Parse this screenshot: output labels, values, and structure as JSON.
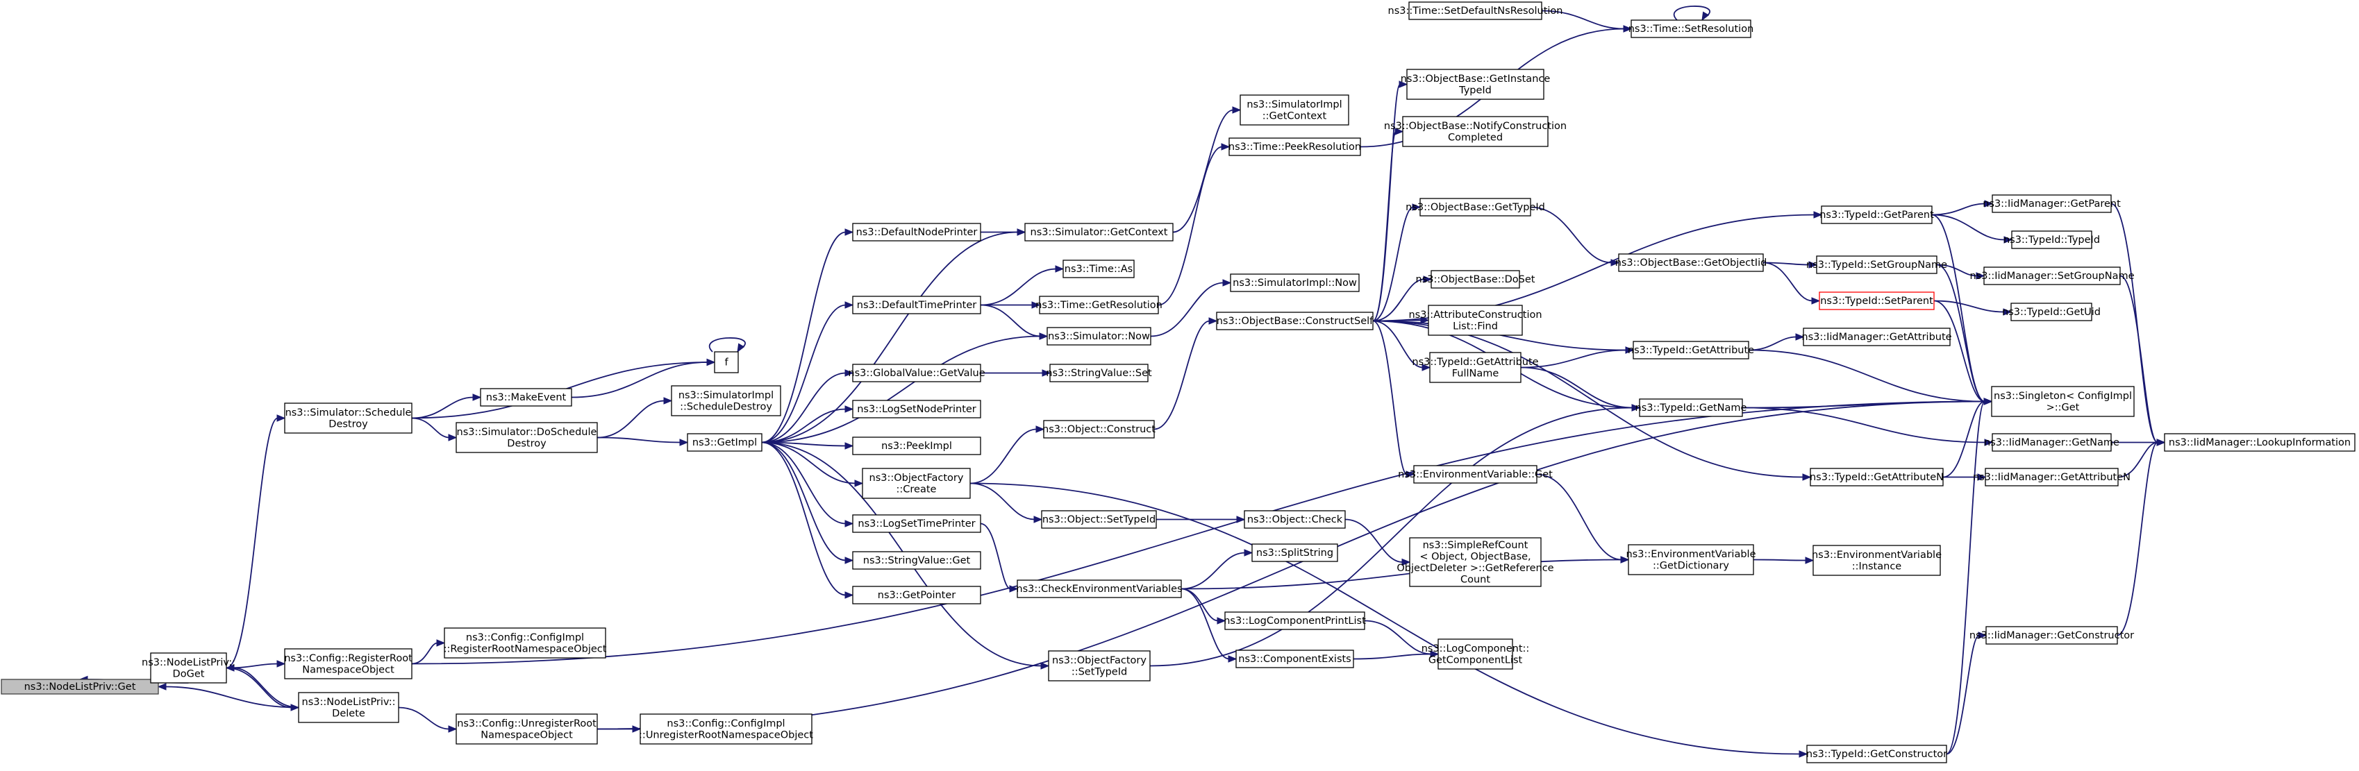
{
  "graph": {
    "nodes": [
      {
        "id": "n0",
        "lines": [
          "ns3::NodeListPriv::Get"
        ],
        "style": "root"
      },
      {
        "id": "n1",
        "lines": [
          "ns3::NodeListPriv::",
          "DoGet"
        ]
      },
      {
        "id": "n2",
        "lines": [
          "ns3::NodeListPriv::",
          "Delete"
        ]
      },
      {
        "id": "n3",
        "lines": [
          "ns3::Simulator::Schedule",
          "Destroy"
        ]
      },
      {
        "id": "n4",
        "lines": [
          "ns3::Config::RegisterRoot",
          "NamespaceObject"
        ]
      },
      {
        "id": "n5",
        "lines": [
          "ns3::Config::UnregisterRoot",
          "NamespaceObject"
        ]
      },
      {
        "id": "n6",
        "lines": [
          "f"
        ]
      },
      {
        "id": "n7",
        "lines": [
          "ns3::MakeEvent"
        ]
      },
      {
        "id": "n8",
        "lines": [
          "ns3::Simulator::DoSchedule",
          "Destroy"
        ]
      },
      {
        "id": "n9",
        "lines": [
          "ns3::SimulatorImpl",
          "::ScheduleDestroy"
        ]
      },
      {
        "id": "n10",
        "lines": [
          "ns3::GetImpl"
        ]
      },
      {
        "id": "n11",
        "lines": [
          "ns3::Config::ConfigImpl",
          "::RegisterRootNamespaceObject"
        ]
      },
      {
        "id": "n12",
        "lines": [
          "ns3::Config::ConfigImpl",
          "::UnregisterRootNamespaceObject"
        ]
      },
      {
        "id": "n13",
        "lines": [
          "ns3::DefaultNodePrinter"
        ]
      },
      {
        "id": "n14",
        "lines": [
          "ns3::DefaultTimePrinter"
        ]
      },
      {
        "id": "n15",
        "lines": [
          "ns3::GlobalValue::GetValue"
        ]
      },
      {
        "id": "n16",
        "lines": [
          "ns3::LogSetNodePrinter"
        ]
      },
      {
        "id": "n17",
        "lines": [
          "ns3::PeekImpl"
        ]
      },
      {
        "id": "n18",
        "lines": [
          "ns3::ObjectFactory",
          "::Create"
        ]
      },
      {
        "id": "n19",
        "lines": [
          "ns3::LogSetTimePrinter"
        ]
      },
      {
        "id": "n20",
        "lines": [
          "ns3::StringValue::Get"
        ]
      },
      {
        "id": "n21",
        "lines": [
          "ns3::GetPointer"
        ]
      },
      {
        "id": "n22",
        "lines": [
          "ns3::Simulator::GetContext"
        ]
      },
      {
        "id": "n23",
        "lines": [
          "ns3::Time::As"
        ]
      },
      {
        "id": "n24",
        "lines": [
          "ns3::Time::GetResolution"
        ]
      },
      {
        "id": "n25",
        "lines": [
          "ns3::Simulator::Now"
        ]
      },
      {
        "id": "n26",
        "lines": [
          "ns3::StringValue::Set"
        ]
      },
      {
        "id": "n27",
        "lines": [
          "ns3::Object::Construct"
        ]
      },
      {
        "id": "n28",
        "lines": [
          "ns3::Object::SetTypeId"
        ]
      },
      {
        "id": "n29",
        "lines": [
          "ns3::CheckEnvironmentVariables"
        ]
      },
      {
        "id": "n30",
        "lines": [
          "ns3::ObjectFactory",
          "::SetTypeId"
        ]
      },
      {
        "id": "n31",
        "lines": [
          "ns3::SimulatorImpl",
          "::GetContext"
        ]
      },
      {
        "id": "n32",
        "lines": [
          "ns3::Time::PeekResolution"
        ]
      },
      {
        "id": "n33",
        "lines": [
          "ns3::SimulatorImpl::Now"
        ]
      },
      {
        "id": "n34",
        "lines": [
          "ns3::ObjectBase::ConstructSelf"
        ]
      },
      {
        "id": "n35",
        "lines": [
          "ns3::Object::Check"
        ]
      },
      {
        "id": "n36",
        "lines": [
          "ns3::SplitString"
        ]
      },
      {
        "id": "n37",
        "lines": [
          "ns3::LogComponentPrintList"
        ]
      },
      {
        "id": "n38",
        "lines": [
          "ns3::ComponentExists"
        ]
      },
      {
        "id": "n39",
        "lines": [
          "ns3::Time::SetDefaultNsResolution"
        ]
      },
      {
        "id": "n40",
        "lines": [
          "ns3::ObjectBase::GetInstance",
          "TypeId"
        ]
      },
      {
        "id": "n41",
        "lines": [
          "ns3::ObjectBase::NotifyConstruction",
          "Completed"
        ]
      },
      {
        "id": "n42",
        "lines": [
          "ns3::ObjectBase::GetTypeId"
        ]
      },
      {
        "id": "n43",
        "lines": [
          "ns3::ObjectBase::DoSet"
        ]
      },
      {
        "id": "n44",
        "lines": [
          "ns3::AttributeConstruction",
          "List::Find"
        ]
      },
      {
        "id": "n45",
        "lines": [
          "ns3::TypeId::GetAttribute",
          "FullName"
        ]
      },
      {
        "id": "n46",
        "lines": [
          "ns3::EnvironmentVariable::Get"
        ]
      },
      {
        "id": "n47",
        "lines": [
          "ns3::SimpleRefCount",
          "< Object, ObjectBase,",
          "ObjectDeleter >::GetReference",
          "Count"
        ]
      },
      {
        "id": "n48",
        "lines": [
          "ns3::LogComponent::",
          "GetComponentList"
        ]
      },
      {
        "id": "n49",
        "lines": [
          "ns3::Time::SetResolution"
        ]
      },
      {
        "id": "n50",
        "lines": [
          "ns3::ObjectBase::GetObjectIid"
        ]
      },
      {
        "id": "n51",
        "lines": [
          "ns3::TypeId::GetAttribute"
        ]
      },
      {
        "id": "n52",
        "lines": [
          "ns3::TypeId::GetName"
        ]
      },
      {
        "id": "n53",
        "lines": [
          "ns3::EnvironmentVariable",
          "::GetDictionary"
        ]
      },
      {
        "id": "n54",
        "lines": [
          "ns3::TypeId::GetParent"
        ]
      },
      {
        "id": "n55",
        "lines": [
          "ns3::TypeId::SetGroupName"
        ]
      },
      {
        "id": "n56",
        "lines": [
          "ns3::TypeId::SetParent"
        ],
        "style": "red"
      },
      {
        "id": "n57",
        "lines": [
          "ns3::IidManager::GetAttribute"
        ]
      },
      {
        "id": "n58",
        "lines": [
          "ns3::TypeId::GetAttributeN"
        ]
      },
      {
        "id": "n59",
        "lines": [
          "ns3::EnvironmentVariable",
          "::Instance"
        ]
      },
      {
        "id": "n60",
        "lines": [
          "ns3::TypeId::GetConstructor"
        ]
      },
      {
        "id": "n61",
        "lines": [
          "ns3::IidManager::GetParent"
        ]
      },
      {
        "id": "n62",
        "lines": [
          "ns3::TypeId::TypeId"
        ]
      },
      {
        "id": "n63",
        "lines": [
          "ns3::IidManager::SetGroupName"
        ]
      },
      {
        "id": "n64",
        "lines": [
          "ns3::TypeId::GetUid"
        ]
      },
      {
        "id": "n65",
        "lines": [
          "ns3::Singleton< ConfigImpl",
          " >::Get"
        ]
      },
      {
        "id": "n66",
        "lines": [
          "ns3::IidManager::GetName"
        ]
      },
      {
        "id": "n67",
        "lines": [
          "ns3::IidManager::GetAttributeN"
        ]
      },
      {
        "id": "n68",
        "lines": [
          "ns3::IidManager::GetConstructor"
        ]
      },
      {
        "id": "n69",
        "lines": [
          "ns3::IidManager::LookupInformation"
        ]
      }
    ],
    "edges": [
      [
        "n1",
        "n0"
      ],
      [
        "n2",
        "n0"
      ],
      [
        "n1",
        "n3"
      ],
      [
        "n1",
        "n4"
      ],
      [
        "n2",
        "n1"
      ],
      [
        "n1",
        "n2"
      ],
      [
        "n2",
        "n5"
      ],
      [
        "n3",
        "n6"
      ],
      [
        "n3",
        "n7"
      ],
      [
        "n3",
        "n8"
      ],
      [
        "n7",
        "n6"
      ],
      [
        "n6",
        "n6"
      ],
      [
        "n8",
        "n9"
      ],
      [
        "n8",
        "n10"
      ],
      [
        "n4",
        "n11"
      ],
      [
        "n4",
        "n65"
      ],
      [
        "n5",
        "n12"
      ],
      [
        "n5",
        "n65"
      ],
      [
        "n10",
        "n13"
      ],
      [
        "n10",
        "n22"
      ],
      [
        "n10",
        "n14"
      ],
      [
        "n10",
        "n25"
      ],
      [
        "n10",
        "n15"
      ],
      [
        "n10",
        "n16"
      ],
      [
        "n10",
        "n17"
      ],
      [
        "n10",
        "n18"
      ],
      [
        "n10",
        "n19"
      ],
      [
        "n10",
        "n20"
      ],
      [
        "n10",
        "n21"
      ],
      [
        "n10",
        "n30"
      ],
      [
        "n13",
        "n22"
      ],
      [
        "n14",
        "n23"
      ],
      [
        "n14",
        "n24"
      ],
      [
        "n14",
        "n25"
      ],
      [
        "n15",
        "n26"
      ],
      [
        "n18",
        "n27"
      ],
      [
        "n18",
        "n28"
      ],
      [
        "n18",
        "n60"
      ],
      [
        "n19",
        "n29"
      ],
      [
        "n22",
        "n31"
      ],
      [
        "n24",
        "n32"
      ],
      [
        "n25",
        "n33"
      ],
      [
        "n27",
        "n34"
      ],
      [
        "n28",
        "n35"
      ],
      [
        "n29",
        "n36"
      ],
      [
        "n29",
        "n37"
      ],
      [
        "n29",
        "n38"
      ],
      [
        "n29",
        "n53"
      ],
      [
        "n30",
        "n52"
      ],
      [
        "n32",
        "n49"
      ],
      [
        "n34",
        "n40"
      ],
      [
        "n34",
        "n41"
      ],
      [
        "n34",
        "n42"
      ],
      [
        "n34",
        "n43"
      ],
      [
        "n34",
        "n44"
      ],
      [
        "n34",
        "n45"
      ],
      [
        "n34",
        "n46"
      ],
      [
        "n34",
        "n51"
      ],
      [
        "n34",
        "n52"
      ],
      [
        "n34",
        "n54"
      ],
      [
        "n34",
        "n58"
      ],
      [
        "n35",
        "n47"
      ],
      [
        "n37",
        "n48"
      ],
      [
        "n38",
        "n48"
      ],
      [
        "n39",
        "n49"
      ],
      [
        "n49",
        "n49"
      ],
      [
        "n42",
        "n50"
      ],
      [
        "n45",
        "n51"
      ],
      [
        "n45",
        "n52"
      ],
      [
        "n46",
        "n53"
      ],
      [
        "n50",
        "n55"
      ],
      [
        "n50",
        "n56"
      ],
      [
        "n51",
        "n57"
      ],
      [
        "n51",
        "n65"
      ],
      [
        "n52",
        "n65"
      ],
      [
        "n52",
        "n66"
      ],
      [
        "n53",
        "n59"
      ],
      [
        "n54",
        "n61"
      ],
      [
        "n54",
        "n62"
      ],
      [
        "n54",
        "n65"
      ],
      [
        "n55",
        "n63"
      ],
      [
        "n55",
        "n65"
      ],
      [
        "n56",
        "n64"
      ],
      [
        "n56",
        "n65"
      ],
      [
        "n58",
        "n65"
      ],
      [
        "n58",
        "n67"
      ],
      [
        "n60",
        "n65"
      ],
      [
        "n60",
        "n68"
      ],
      [
        "n61",
        "n69"
      ],
      [
        "n63",
        "n69"
      ],
      [
        "n66",
        "n69"
      ],
      [
        "n67",
        "n69"
      ],
      [
        "n68",
        "n69"
      ]
    ]
  }
}
